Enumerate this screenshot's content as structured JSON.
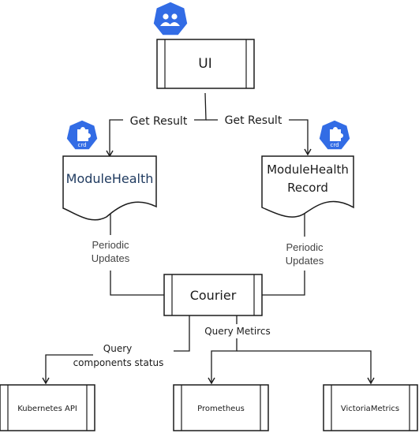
{
  "nodes": {
    "ui": "UI",
    "module_health": "ModuleHealth",
    "module_health_record_line1": "ModuleHealth",
    "module_health_record_line2": "Record",
    "courier": "Courier",
    "kubernetes_api": "Kubernetes API",
    "prometheus": "Prometheus",
    "victoria_metrics": "VictoriaMetrics"
  },
  "badges": {
    "crd_left": "crd",
    "crd_right": "crd"
  },
  "edges": {
    "get_result_left": "Get Result",
    "get_result_right": "Get Result",
    "periodic_left_line1": "Periodic",
    "periodic_left_line2": "Updates",
    "periodic_right_line1": "Periodic",
    "periodic_right_line2": "Updates",
    "query_metrics": "Query Metircs",
    "query_components_line1": "Query",
    "query_components_line2": "components status"
  },
  "colors": {
    "kubernetes_blue": "#326ce5",
    "stroke": "#1b1b1b",
    "navy_text": "#1f3a5f"
  },
  "icons": {
    "ui_badge": "users-icon",
    "crd_badge": "puzzle-icon"
  }
}
